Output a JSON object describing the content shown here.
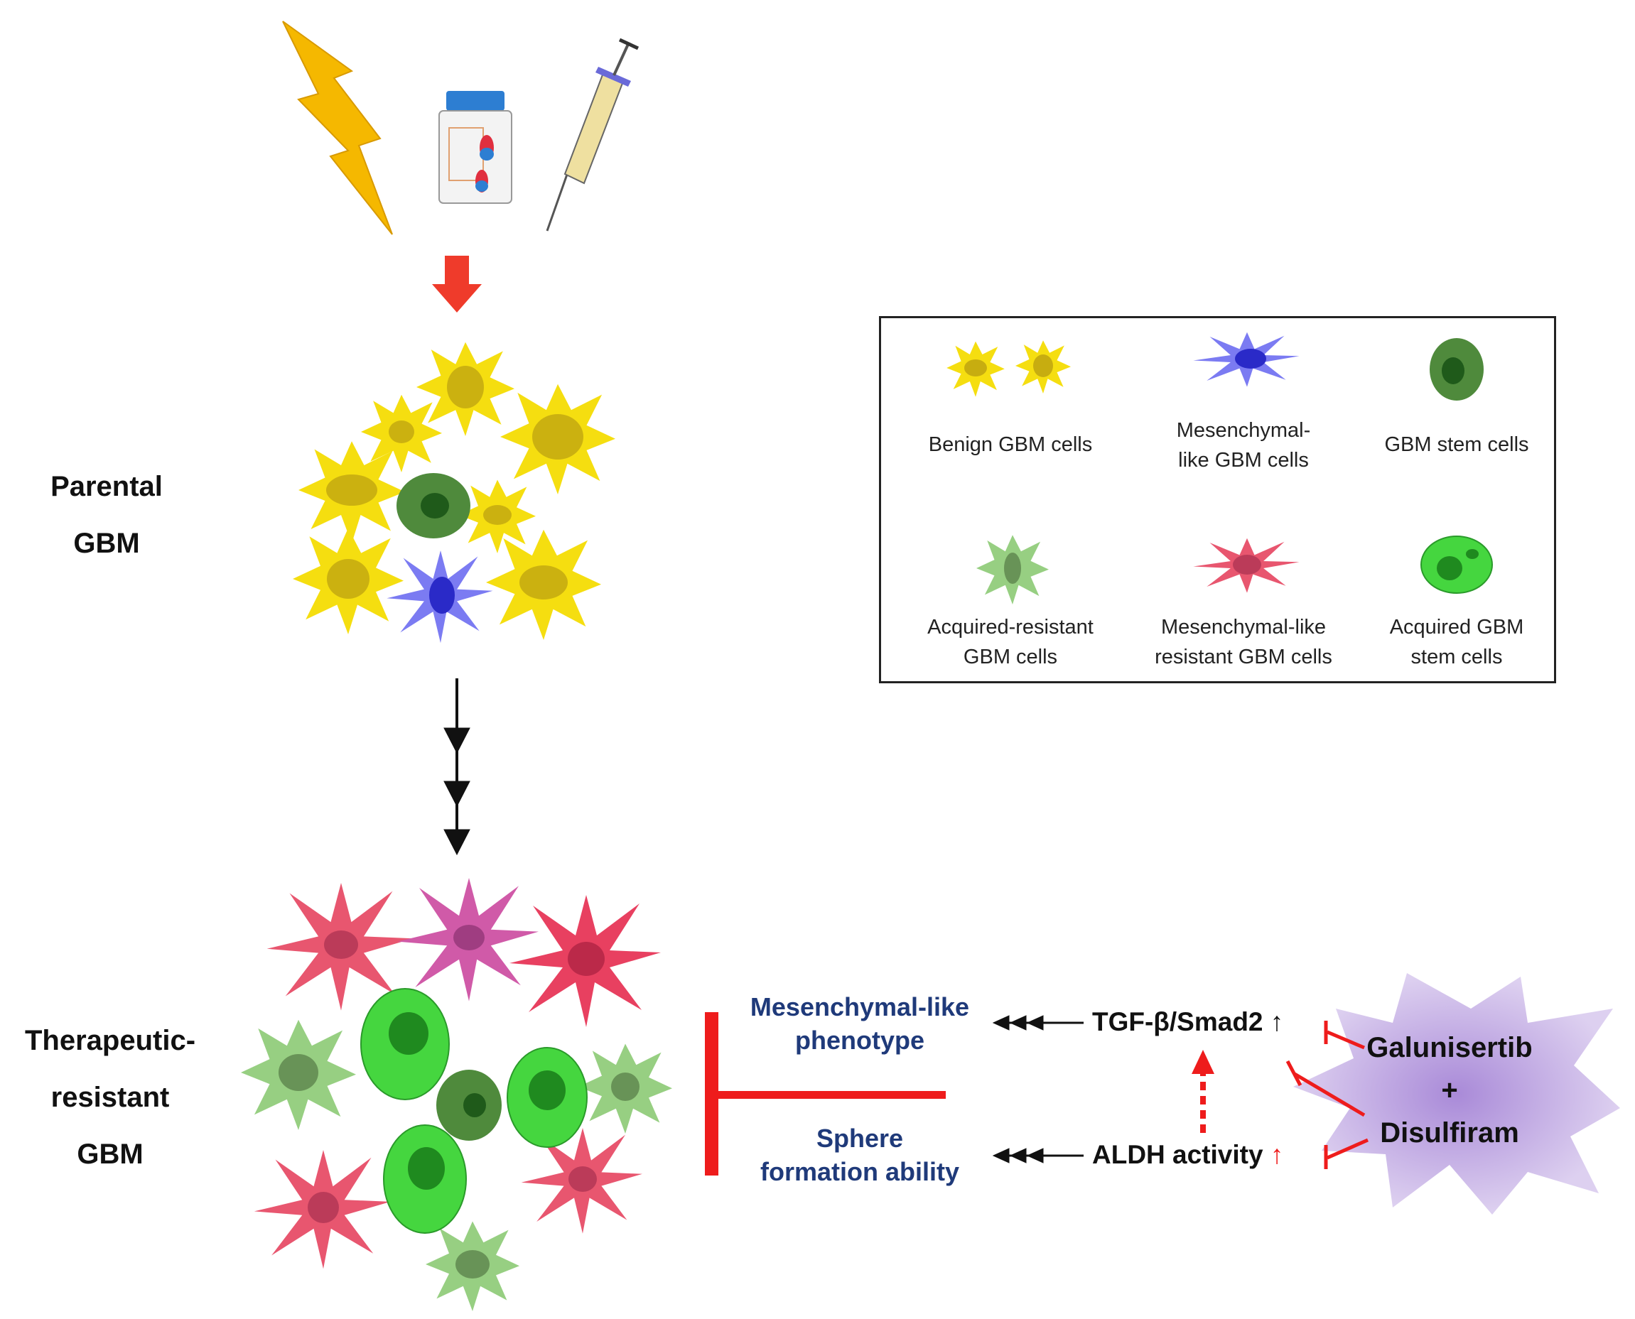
{
  "labels": {
    "parental": [
      "Parental",
      "GBM"
    ],
    "resistant": [
      "Therapeutic-",
      "resistant",
      "GBM"
    ]
  },
  "legend": {
    "items": [
      {
        "line1": "Benign  GBM cells",
        "line2": ""
      },
      {
        "line1": "Mesenchymal-",
        "line2": "like GBM cells"
      },
      {
        "line1": "GBM stem cells",
        "line2": ""
      },
      {
        "line1": "Acquired-resistant",
        "line2": "GBM cells"
      },
      {
        "line1": "Mesenchymal-like",
        "line2": "resistant GBM cells"
      },
      {
        "line1": "Acquired GBM",
        "line2": "stem cells"
      }
    ]
  },
  "outcomes": {
    "mesenchymal": [
      "Mesenchymal-like",
      "phenotype"
    ],
    "sphere": [
      "Sphere",
      "formation ability"
    ]
  },
  "pathway": {
    "tgf": "TGF-β/Smad2",
    "tgf_arrow": "↑",
    "aldh": "ALDH  activity",
    "aldh_arrow": "↑"
  },
  "drugs": {
    "drug1": "Galunisertib",
    "plus": "+",
    "drug2": "Disulfiram"
  },
  "colors": {
    "benign": "#f5de10",
    "mesenchymal": "#7b7bf2",
    "stem": "#4f8a3c",
    "acquired_resistant": "#97cf82",
    "mesenchymal_resistant": "#e8566f",
    "acquired_stem": "#45d63f",
    "inhibit": "#ee1c1c",
    "drug_star": "#c9b4e6",
    "outcome_text": "#1f3a7a"
  },
  "icons": [
    "lightning-icon",
    "pill-bottle-icon",
    "syringe-icon"
  ]
}
